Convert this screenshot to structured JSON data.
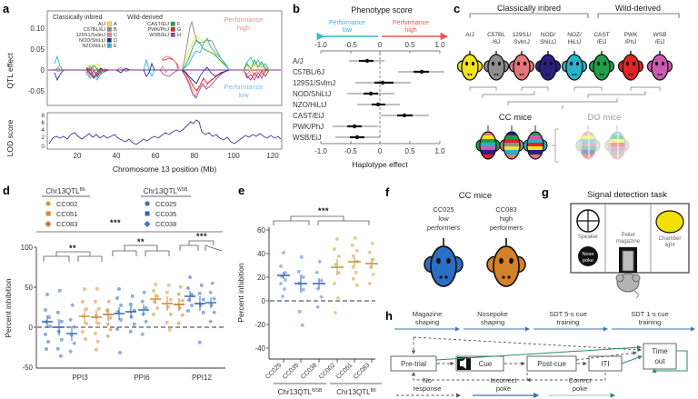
{
  "figure": {
    "panels": [
      "a",
      "b",
      "c",
      "d",
      "e",
      "f",
      "g",
      "h"
    ]
  },
  "panel_a": {
    "label": "a",
    "ylabel_top": "QTL effect",
    "ylabel_bottom": "LOD score",
    "xlabel": "Chromosome 13 position (Mb)",
    "yticks_top": [
      "0.10",
      "0.05",
      "0",
      "-0.05"
    ],
    "yticks_bottom": [
      "8",
      "6",
      "4",
      "2",
      "0"
    ],
    "xticks": [
      "20",
      "40",
      "60",
      "80",
      "100",
      "120"
    ],
    "legend_title_left": "Classically inbred",
    "legend_title_right": "Wild-derived",
    "legend_left": [
      {
        "strain": "A/J",
        "code": "A",
        "color": "#f0e442"
      },
      {
        "strain": "C57BL/6J",
        "code": "B",
        "color": "#888888"
      },
      {
        "strain": "129S1/SvlmJ",
        "code": "C",
        "color": "#f08080"
      },
      {
        "strain": "NOD/ShiLtJ",
        "code": "D",
        "color": "#1b2f8a"
      },
      {
        "strain": "NZO/HiLtJ",
        "code": "E",
        "color": "#29b8d0"
      }
    ],
    "legend_right": [
      {
        "strain": "CAST/EiJ",
        "code": "F",
        "color": "#20a83f"
      },
      {
        "strain": "PWK/PhJ",
        "code": "G",
        "color": "#e02020"
      },
      {
        "strain": "WSB/EiJ",
        "code": "H",
        "color": "#8b4fa8"
      }
    ],
    "annotation_high": "Performance\nhigh",
    "annotation_high_line1": "Performance",
    "annotation_high_line2": "high",
    "annotation_low_line1": "Performance",
    "annotation_low_line2": "low",
    "annotation_high_color": "#e8918f",
    "annotation_low_color": "#6fc6de"
  },
  "panel_b": {
    "label": "b",
    "title": "Phenotype score",
    "left_arrow_line1": "Performance",
    "left_arrow_line2": "low",
    "right_arrow_line1": "Performance",
    "right_arrow_line2": "high",
    "left_arrow_color": "#35b6d8",
    "right_arrow_color": "#e4594f",
    "xlabel": "Haplotype effect",
    "xticks": [
      "-1.0",
      "-0.5",
      "0",
      "0.5",
      "1.0"
    ],
    "chart_data": {
      "type": "scatter",
      "title": "Phenotype score",
      "xlabel": "Haplotype effect",
      "ylabel": "",
      "xlim": [
        -1.2,
        1.2
      ],
      "grid": false,
      "categories": [
        "A/J",
        "C57BL/6J",
        "129S1/SvlmJ",
        "NOD/ShiLtJ",
        "NZO/HiLtJ",
        "CAST/EiJ",
        "PWK/PhJ",
        "WSB/EiJ"
      ],
      "values": [
        -0.22,
        0.7,
        0.05,
        -0.15,
        -0.02,
        0.42,
        -0.42,
        -0.38
      ],
      "ci_thick_low": [
        -0.33,
        0.57,
        -0.12,
        -0.27,
        -0.13,
        0.29,
        -0.54,
        -0.5
      ],
      "ci_thick_high": [
        -0.11,
        0.83,
        0.22,
        -0.03,
        0.09,
        0.55,
        -0.3,
        -0.26
      ],
      "ci_thin_low": [
        -0.52,
        0.3,
        -0.42,
        -0.55,
        -0.38,
        0.02,
        -0.8,
        -0.75
      ],
      "ci_thin_high": [
        0.08,
        1.08,
        0.52,
        0.25,
        0.34,
        0.82,
        -0.04,
        -0.01
      ]
    }
  },
  "panel_c": {
    "label": "c",
    "bracket_left": "Classically inbred",
    "bracket_right": "Wild-derived",
    "founders": [
      {
        "name_line1": "A/J",
        "name_line2": "",
        "color": "#f2e31c"
      },
      {
        "name_line1": "C57BL",
        "name_line2": "/6J",
        "color": "#8e8e8e"
      },
      {
        "name_line1": "129S1/",
        "name_line2": "SvlmJ",
        "color": "#e4767a"
      },
      {
        "name_line1": "NOD/",
        "name_line2": "ShiLtJ",
        "color": "#2b2080"
      },
      {
        "name_line1": "NOZ/",
        "name_line2": "HiLtJ",
        "color": "#27b3c9"
      },
      {
        "name_line1": "CAST",
        "name_line2": "/EiJ",
        "color": "#1f9e4a"
      },
      {
        "name_line1": "PWK",
        "name_line2": "/PhJ",
        "color": "#e32222"
      },
      {
        "name_line1": "WSB",
        "name_line2": "/EiJ",
        "color": "#cc5bb0"
      }
    ],
    "cc_label": "CC mice",
    "do_label": "DO mice"
  },
  "panel_d": {
    "label": "d",
    "ylabel": "Percent inhibition",
    "yticks": [
      "100",
      "50",
      "0",
      "-50"
    ],
    "legend_left_title": "Chr13QTL",
    "legend_left_sup": "B6",
    "legend_right_title": "Chr13QTL",
    "legend_right_sup": "WSB",
    "legend_left_items": [
      {
        "label": "CC002",
        "color": "#d99a3c",
        "shape": "circle"
      },
      {
        "label": "CC051",
        "color": "#d4883a",
        "shape": "square"
      },
      {
        "label": "CC083",
        "color": "#c07a33",
        "shape": "diamond"
      }
    ],
    "legend_right_items": [
      {
        "label": "CC025",
        "color": "#3f6fb5",
        "shape": "circle"
      },
      {
        "label": "CC035",
        "color": "#2f6aa8",
        "shape": "square"
      },
      {
        "label": "CC038",
        "color": "#3c79bd",
        "shape": "diamond"
      }
    ],
    "groups": [
      "PPI3",
      "PPI6",
      "PPI12"
    ],
    "sig_overall": "***",
    "sig_ppi3": "**",
    "sig_ppi6": "**",
    "sig_ppi12": "***",
    "chart_data": {
      "type": "scatter",
      "title": "",
      "xlabel": "",
      "ylabel": "Percent inhibition",
      "ylim": [
        -50,
        100
      ],
      "grid": false,
      "zero_line": 0,
      "categories": [
        "PPI3",
        "PPI6",
        "PPI12"
      ],
      "series": [
        {
          "name": "CC025",
          "group": "Chr13QTL-WSB",
          "color": "#3f6fb5",
          "means": [
            7,
            17,
            39
          ],
          "sems": [
            5,
            5,
            5
          ]
        },
        {
          "name": "CC035",
          "group": "Chr13QTL-WSB",
          "color": "#2f6aa8",
          "means": [
            0,
            19,
            29
          ],
          "sems": [
            7,
            5,
            7
          ]
        },
        {
          "name": "CC038",
          "group": "Chr13QTL-WSB",
          "color": "#3c79bd",
          "means": [
            -8,
            21,
            30
          ],
          "sems": [
            6,
            4,
            5
          ]
        },
        {
          "name": "CC002",
          "group": "Chr13QTL-B6",
          "color": "#d99a3c",
          "means": [
            13,
            35,
            46
          ],
          "sems": [
            5,
            4,
            6
          ]
        },
        {
          "name": "CC051",
          "group": "Chr13QTL-B6",
          "color": "#d4883a",
          "means": [
            12,
            30,
            61
          ],
          "sems": [
            5,
            5,
            4
          ]
        },
        {
          "name": "CC083",
          "group": "Chr13QTL-B6",
          "color": "#c07a33",
          "means": [
            16,
            29,
            52
          ],
          "sems": [
            4,
            4,
            6
          ]
        }
      ]
    }
  },
  "panel_e": {
    "label": "e",
    "ylabel": "Percent inhibition",
    "yticks": [
      "60",
      "40",
      "20",
      "0",
      "-20",
      "-40"
    ],
    "sig": "***",
    "group_left_title": "Chr13QTL",
    "group_left_sup": "WSB",
    "group_right_title": "Chr13QTL",
    "group_right_sup": "B6",
    "chart_data": {
      "type": "scatter",
      "title": "",
      "xlabel": "",
      "ylabel": "Percent inhibition",
      "ylim": [
        -40,
        60
      ],
      "grid": false,
      "zero_line": 0,
      "categories": [
        "CC025",
        "CC035",
        "CC038",
        "CC002",
        "CC051",
        "CC083"
      ],
      "values": [
        22,
        15,
        15,
        29,
        33,
        31
      ],
      "sems": [
        2.5,
        7.5,
        4,
        7,
        3,
        4
      ],
      "colors": [
        "#3f6fb5",
        "#3f6fb5",
        "#3f6fb5",
        "#c9a24a",
        "#c9a24a",
        "#c9a24a"
      ]
    }
  },
  "panel_f": {
    "label": "f",
    "title": "CC mice",
    "left_line1": "CC025",
    "left_line2": "low",
    "left_line3": "performers",
    "left_color": "#2a6fc4",
    "right_line1": "CC083",
    "right_line2": "high",
    "right_line3": "performers",
    "right_color": "#d4812a"
  },
  "panel_g": {
    "label": "g",
    "title": "Signal detection task",
    "speaker_label": "Speaker",
    "nosepoke_label_line1": "Nose",
    "nosepoke_label_line2": "poke",
    "pellet_label_line1": "Pellet",
    "pellet_label_line2": "magazine",
    "chamber_label_line1": "Chamber",
    "chamber_label_line2": "light",
    "light_color": "#f4e000"
  },
  "panel_h": {
    "label": "h",
    "phases": [
      {
        "line1": "Magazine",
        "line2": "shaping"
      },
      {
        "line1": "Nosepoke",
        "line2": "shaping"
      },
      {
        "line1": "SDT 5-s cue",
        "line2": "training"
      },
      {
        "line1": "SDT 1-s cue",
        "line2": "training"
      }
    ],
    "nodes": [
      {
        "id": "pretrial",
        "label": "Pre-trial"
      },
      {
        "id": "cue",
        "label": "Cue"
      },
      {
        "id": "postcue",
        "label": "Post-cue"
      },
      {
        "id": "iti",
        "label": "ITI"
      },
      {
        "id": "timeout",
        "label_line1": "Time",
        "label_line2": "out"
      }
    ],
    "legend": [
      {
        "line1": "No",
        "line2": "response",
        "style": "dashed",
        "color": "#555555"
      },
      {
        "line1": "Incorrect",
        "line2": "poke",
        "style": "solid",
        "color": "#3f6fb5"
      },
      {
        "line1": "Correct",
        "line2": "poke",
        "style": "solid",
        "color": "#2b8a78"
      }
    ]
  }
}
